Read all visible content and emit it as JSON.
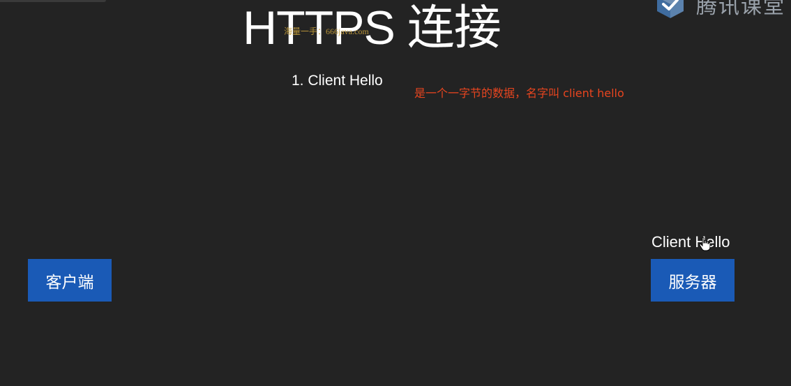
{
  "slide": {
    "title": "HTTPS 连接",
    "watermark": "海量一手：666java.com",
    "logo_text": "腾讯课堂",
    "step": "1. Client Hello",
    "note": "是一个一字节的数据，名字叫 client hello",
    "client_label": "客户端",
    "server_label": "服务器",
    "message_label": "Client Hello"
  },
  "colors": {
    "background": "#232323",
    "box": "#1a5ab6",
    "note": "#e8451f",
    "watermark": "#c9a13b"
  },
  "icons": {
    "logo": "tencent-classroom-logo-icon",
    "cursor": "hand-pointer-icon"
  }
}
